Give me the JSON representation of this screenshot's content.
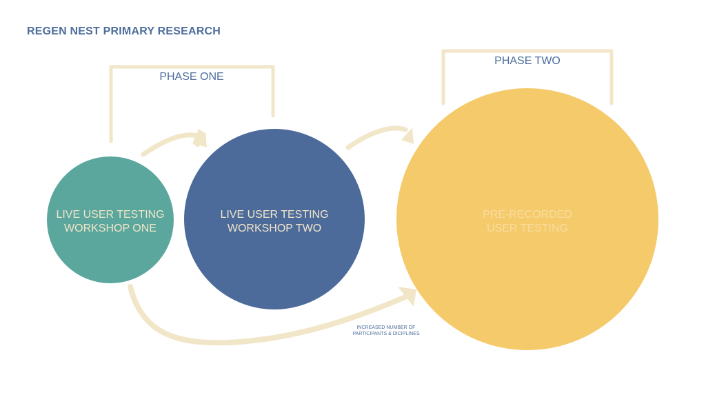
{
  "title": "REGEN NEST PRIMARY RESEARCH",
  "colors": {
    "title": "#4d6d9c",
    "bracket": "#f2e6c9",
    "arrow": "#f2e6c9",
    "circle_one": "#5ba79d",
    "circle_two": "#4c6b9b",
    "circle_three": "#f5ca6b",
    "circle_text": "#f2e6c9"
  },
  "phases": [
    {
      "label": "PHASE ONE"
    },
    {
      "label": "PHASE TWO"
    }
  ],
  "stages": [
    {
      "line1": "LIVE USER TESTING",
      "line2": "WORKSHOP ONE"
    },
    {
      "line1": "LIVE USER TESTING",
      "line2": "WORKSHOP TWO"
    },
    {
      "line1": "PRE-RECORDED",
      "line2": "USER TESTING"
    }
  ],
  "note": {
    "line1": "INCREASED NUMBER OF",
    "line2": "PARTICIPANTS & DICIPLINES"
  }
}
